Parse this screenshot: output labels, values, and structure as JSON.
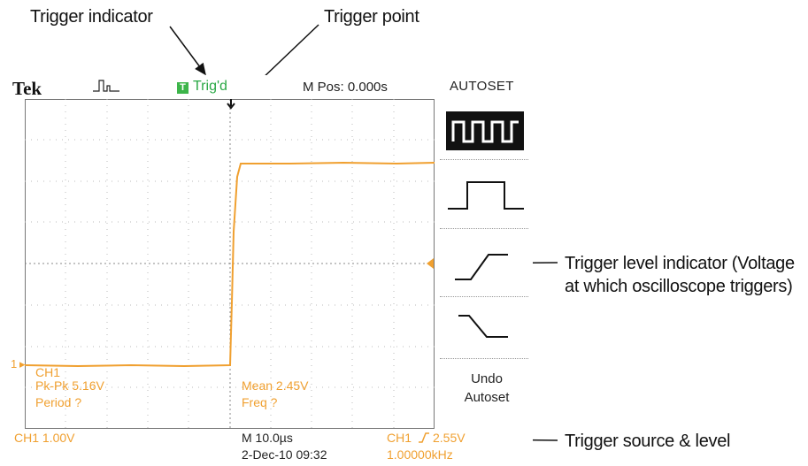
{
  "annotations": {
    "trigger_indicator": "Trigger indicator",
    "trigger_point": "Trigger point",
    "trigger_level_indicator_line1": "Trigger level indicator (Voltage",
    "trigger_level_indicator_line2": "at which oscilloscope triggers)",
    "trigger_source_level": "Trigger source & level"
  },
  "header": {
    "brand": "Tek",
    "trigger_badge": "T",
    "trigger_status": "Trig'd",
    "horizontal_position": "M Pos: 0.000s"
  },
  "side_menu": {
    "title": "AUTOSET",
    "options": [
      "square-wave-multi-cycle-icon",
      "square-wave-single-cycle-icon",
      "rising-edge-icon",
      "falling-edge-icon"
    ],
    "undo_line1": "Undo",
    "undo_line2": "Autoset"
  },
  "waveform": {
    "channel_marker": "1",
    "channel_label": "CH1",
    "pk_pk": "Pk-Pk 5.16V",
    "period": "Period ?",
    "mean": "Mean 2.45V",
    "freq": "Freq ?"
  },
  "status_bar": {
    "ch1_scale": "CH1  1.00V",
    "timebase": "M 10.0µs",
    "datetime": "2-Dec-10 09:32",
    "trigger_source": "CH1",
    "trigger_level": "2.55V",
    "trigger_freq": "1.00000kHz"
  },
  "colors": {
    "trace": "#f0a030",
    "trigger_badge": "#3db54a"
  }
}
